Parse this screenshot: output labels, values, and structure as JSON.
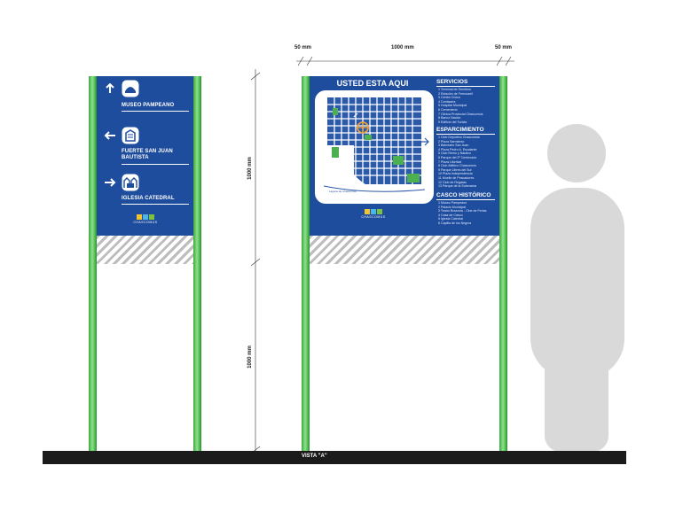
{
  "dimensions": {
    "left_margin": "50 mm",
    "width": "1000 mm",
    "right_margin": "50 mm",
    "upper_height": "1000 mm",
    "lower_height": "1000 mm"
  },
  "ground_label": "VISTA \"A\"",
  "directional_sign": {
    "entries": [
      {
        "arrow": "up-arrow-icon",
        "icon": "museum-icon",
        "label": "MUSEO PAMPEANO"
      },
      {
        "arrow": "left-arrow-icon",
        "icon": "fort-icon",
        "label": "FUERTE SAN JUAN BAUTISTA"
      },
      {
        "arrow": "right-arrow-icon",
        "icon": "church-icon",
        "label": "IGLESIA CATEDRAL"
      }
    ],
    "logo_text": "CHASCOMUS"
  },
  "map_sign": {
    "title": "USTED ESTA AQUI",
    "logo_text": "CHASCOMUS",
    "sections": [
      {
        "title": "SERVICIOS",
        "items": [
          "1 Terminal de Ómnibus",
          "2 Estación de Ferrocarril",
          "3 Centro Cívico",
          "4 Comisaría",
          "5 Hospital Municipal",
          "6 Cementerio",
          "7 Clínica Provincial Chascomús",
          "8 Banco Nación",
          "9 Edificio del Turista"
        ]
      },
      {
        "title": "ESPARCIMIENTO",
        "items": [
          "1 Club Deportivo Chascomús",
          "2 Plaza Sarmiento",
          "3 Balneario San Juan",
          "4 Plaza Pedro A. Escalante",
          "5 Club Remo y Náutico",
          "6 Parque del 2º Centenario",
          "7 Plaza Libertad",
          "8 Club Atlético Chascomús",
          "9 Parque Libres del Sur",
          "10 Plaza Independencia",
          "11 Muelle de Pescadores",
          "12 Club de Regatas",
          "13 Parque de la Soberanía"
        ]
      },
      {
        "title": "CASCO HISTÓRICO",
        "items": [
          "1 Museo Pampeano",
          "2 Palacio Municipal",
          "3 Teatro Brazzola - Cine de Ferias",
          "4 Casa de Casco",
          "5 Iglesia Catedral",
          "6 Capilla de los Negros"
        ]
      }
    ],
    "map_labels": [
      "Laguna de Chascomús"
    ]
  },
  "colors": {
    "panel": "#1f4d9e",
    "post": "#5cc65c",
    "figure": "#d9d9d9",
    "ground": "#1b1b1b"
  }
}
